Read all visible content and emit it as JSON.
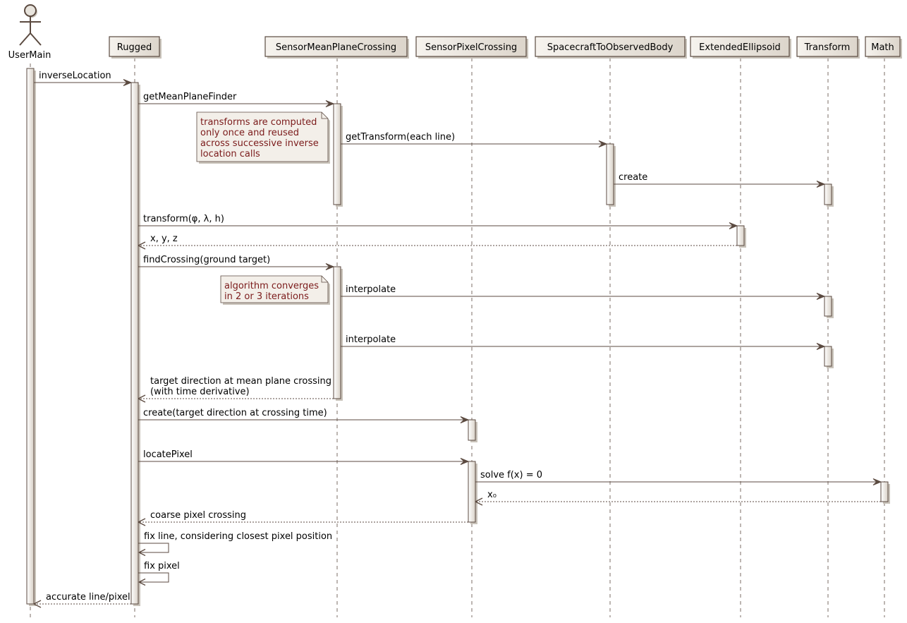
{
  "participants": [
    {
      "id": "user",
      "label": "UserMain",
      "kind": "actor"
    },
    {
      "id": "rugged",
      "label": "Rugged",
      "kind": "box"
    },
    {
      "id": "smpc",
      "label": "SensorMeanPlaneCrossing",
      "kind": "box"
    },
    {
      "id": "spc",
      "label": "SensorPixelCrossing",
      "kind": "box"
    },
    {
      "id": "s2b",
      "label": "SpacecraftToObservedBody",
      "kind": "box"
    },
    {
      "id": "ell",
      "label": "ExtendedEllipsoid",
      "kind": "box"
    },
    {
      "id": "tr",
      "label": "Transform",
      "kind": "box"
    },
    {
      "id": "math",
      "label": "Math",
      "kind": "box"
    }
  ],
  "messages": [
    {
      "from": "user",
      "to": "rugged",
      "label": "inverseLocation",
      "style": "call"
    },
    {
      "from": "rugged",
      "to": "smpc",
      "label": "getMeanPlaneFinder",
      "style": "call"
    },
    {
      "from": "smpc",
      "to": "s2b",
      "label": "getTransform(each line)",
      "style": "call"
    },
    {
      "from": "s2b",
      "to": "tr",
      "label": "create",
      "style": "call"
    },
    {
      "from": "rugged",
      "to": "ell",
      "label": "transform(φ, λ, h)",
      "style": "call"
    },
    {
      "from": "ell",
      "to": "rugged",
      "label": "x, y, z",
      "style": "return"
    },
    {
      "from": "rugged",
      "to": "smpc",
      "label": "findCrossing(ground target)",
      "style": "call"
    },
    {
      "from": "smpc",
      "to": "tr",
      "label": "interpolate",
      "style": "call"
    },
    {
      "from": "smpc",
      "to": "tr",
      "label": "interpolate",
      "style": "call"
    },
    {
      "from": "smpc",
      "to": "rugged",
      "label": "target direction at mean plane crossing\n(with time derivative)",
      "style": "return"
    },
    {
      "from": "rugged",
      "to": "spc",
      "label": "create(target direction at crossing time)",
      "style": "call"
    },
    {
      "from": "rugged",
      "to": "spc",
      "label": "locatePixel",
      "style": "call"
    },
    {
      "from": "spc",
      "to": "math",
      "label": "solve f(x) = 0",
      "style": "call"
    },
    {
      "from": "math",
      "to": "spc",
      "label": "x₀",
      "style": "return"
    },
    {
      "from": "spc",
      "to": "rugged",
      "label": "coarse pixel crossing",
      "style": "return"
    },
    {
      "from": "rugged",
      "to": "rugged",
      "label": "fix line, considering closest pixel position",
      "style": "self"
    },
    {
      "from": "rugged",
      "to": "rugged",
      "label": "fix pixel",
      "style": "self"
    },
    {
      "from": "rugged",
      "to": "user",
      "label": "accurate line/pixel",
      "style": "return"
    }
  ],
  "notes": [
    {
      "label": "transforms are computed\nonly once and reused\nacross successive inverse\nlocation calls",
      "left_of": "smpc"
    },
    {
      "label": "algorithm converges\nin 2 or 3 iterations",
      "left_of": "smpc"
    }
  ],
  "colors": {
    "arrow": "#5b4a40",
    "lifeline": "#5b4a40",
    "box_fill": "#e8e4dd",
    "box_border": "#5b4a40",
    "activation_fill": "#ece7e0",
    "note_fill": "#f3efe9",
    "note_text": "#7b1b1b",
    "shadow": "#c9c3ba"
  }
}
